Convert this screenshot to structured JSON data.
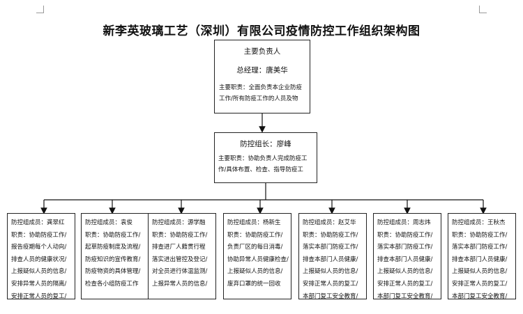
{
  "title": "新李英玻璃工艺（深圳）有限公司疫情防控工作组织架构图",
  "top": {
    "role": "主要负责人",
    "manager": "总经理：唐美华",
    "duty_lines": [
      "主要职责：全面负责本企业防疫",
      "工作/所有防疫工作的人员及物"
    ]
  },
  "leader": {
    "title": "防控组长：廖峰",
    "duty_lines": [
      "主要职责：协助负责人完成防疫工",
      "作/具体布置、检查、指导防疫工"
    ]
  },
  "members": [
    {
      "lines": [
        "防控组成员：龚翠红",
        "职责：协助防疫工作/",
        "报告疫期每个人动向/",
        "排查人员的健康状况/",
        "上报疑似人员的信息/",
        "安排异常人员的隔离/",
        "安排正常人员的复工/"
      ]
    },
    {
      "lines": [
        "防控组成员：袁俊",
        "职责：协助防疫工作/",
        "起草防疫制度及流程/",
        "防疫知识的宣传教育/",
        "防疫物资的具体管理/",
        "检查各小组防疫工作"
      ]
    },
    {
      "lines": [
        "防控组成员：源学融",
        "职责：协助防疫工作/",
        "排查进厂人籍贯行程",
        "落实进出管控及登记/",
        "对全员进行体温监测/",
        "上报异常人员的信息/"
      ]
    },
    {
      "lines": [
        "防控组成员：杨新生",
        "职责：协助防疫工作/",
        "负责厂区的每日消毒/",
        "协助异常人员健康检查/",
        "上报疑似人员的信息/",
        "废弃口罩的统一回收"
      ]
    },
    {
      "lines": [
        "防控组成员：赵艾华",
        "职责：协助防疫工作/",
        "落实本部门防疫工作/",
        "排查本部门人员健康/",
        "上报疑似人员的信息/",
        "安排正常人员的复工/",
        "本部门复工安全教育/"
      ]
    },
    {
      "lines": [
        "防控组成员：周志炜",
        "职责：协助防疫工作/",
        "落实本部门防疫工作/",
        "排查本部门人员健康/",
        "上报疑似人员的信息/",
        "安排正常人员的复工/",
        "本部门复工安全教育/"
      ]
    },
    {
      "lines": [
        "防控组成员：王秋杰",
        "职责：协助防疫工作/",
        "落实本部门防疫工作/",
        "排查本部门人员健康/",
        "上报疑似人员的信息/",
        "安排正常人员的复工/",
        "本部门复工安全教育/"
      ]
    }
  ]
}
